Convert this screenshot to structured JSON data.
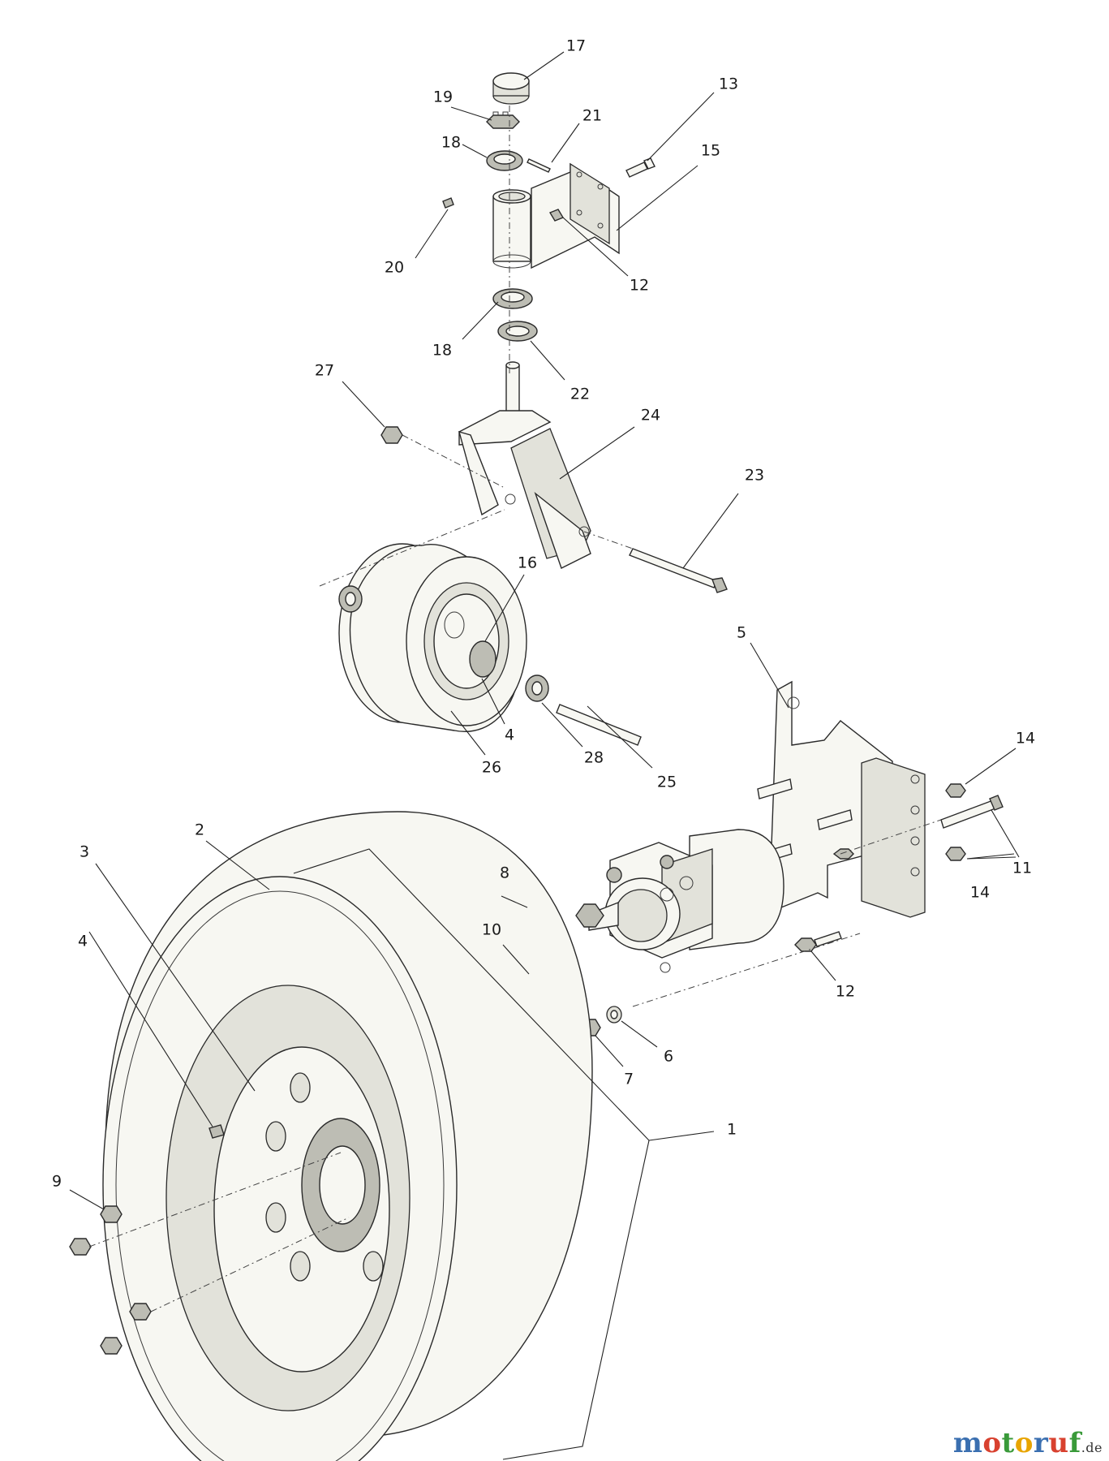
{
  "callouts": {
    "c1": "1",
    "c2": "2",
    "c3": "3",
    "c4a": "4",
    "c4b": "4",
    "c5": "5",
    "c6": "6",
    "c7": "7",
    "c8": "8",
    "c9": "9",
    "c10": "10",
    "c11": "11",
    "c12a": "12",
    "c12b": "12",
    "c13": "13",
    "c14a": "14",
    "c14b": "14",
    "c15": "15",
    "c16": "16",
    "c17": "17",
    "c18a": "18",
    "c18b": "18",
    "c19": "19",
    "c20": "20",
    "c21": "21",
    "c22": "22",
    "c23": "23",
    "c24": "24",
    "c25": "25",
    "c26": "26",
    "c27": "27",
    "c28": "28"
  },
  "watermark": {
    "letters": [
      "m",
      "o",
      "t",
      "o",
      "r",
      "u",
      "f"
    ],
    "letter_colors": [
      "#3a6fb0",
      "#d8412f",
      "#3a9a3a",
      "#e8a400",
      "#3a6fb0",
      "#d8412f",
      "#3a9a3a"
    ],
    "domain": ".de"
  }
}
